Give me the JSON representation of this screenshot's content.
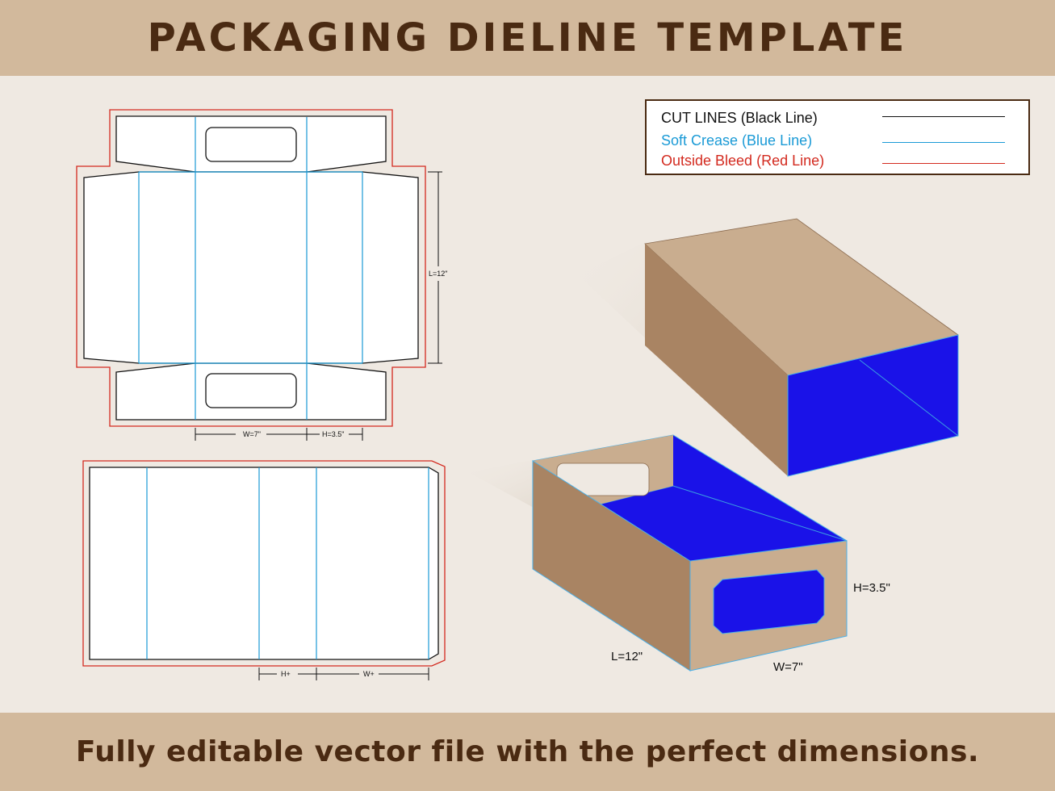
{
  "header": {
    "title": "PACKAGING DIELINE TEMPLATE"
  },
  "footer": {
    "tagline": "Fully editable vector file with the perfect dimensions."
  },
  "legend": {
    "cut": {
      "label": "CUT LINES (Black Line)",
      "color": "#111111"
    },
    "crease": {
      "label": "Soft Crease (Blue Line)",
      "color": "#1a9ad6"
    },
    "bleed": {
      "label": "Outside Bleed (Red Line)",
      "color": "#d32a1f"
    }
  },
  "dieline_top": {
    "length": "L=12\"",
    "width": "W=7\"",
    "height": "H=3.5\""
  },
  "dieline_bottom": {
    "height": "H+",
    "width": "W+"
  },
  "box_3d": {
    "length": "L=12\"",
    "width": "W=7\"",
    "height": "H=3.5\""
  },
  "colors": {
    "kraft_light": "#c9ad8f",
    "kraft_dark": "#a98463",
    "inside": "#1a12e8",
    "band": "#d2b99c",
    "ink": "#4a2a12"
  }
}
